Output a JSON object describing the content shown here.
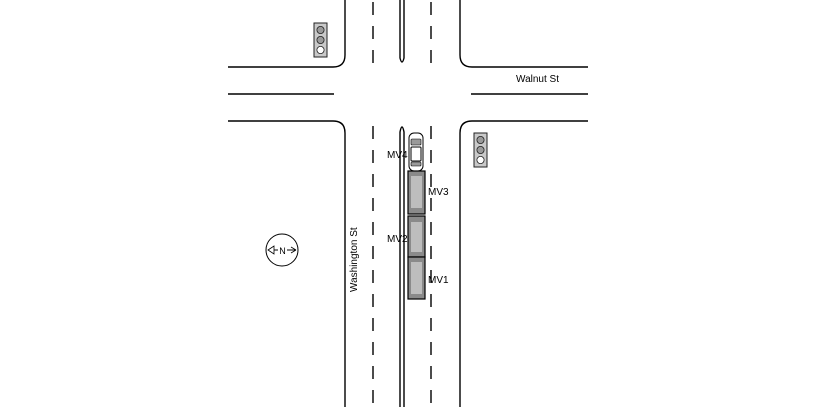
{
  "streets": {
    "walnut": "Walnut St",
    "washington": "Washington St"
  },
  "compass": {
    "label": "N",
    "icon": "north-arrow-icon"
  },
  "vehicles": [
    {
      "id": "mv1",
      "label": "MV1"
    },
    {
      "id": "mv2",
      "label": "MV2"
    },
    {
      "id": "mv3",
      "label": "MV3"
    },
    {
      "id": "mv4",
      "label": "MV4"
    }
  ],
  "traffic_signals": [
    {
      "id": "northwest",
      "icon": "traffic-light-icon"
    },
    {
      "id": "southeast",
      "icon": "traffic-light-icon"
    }
  ],
  "colors": {
    "signal_housing": "#c9c9c9",
    "vehicle": "#8a8a8a",
    "road_lines": "#000000"
  }
}
